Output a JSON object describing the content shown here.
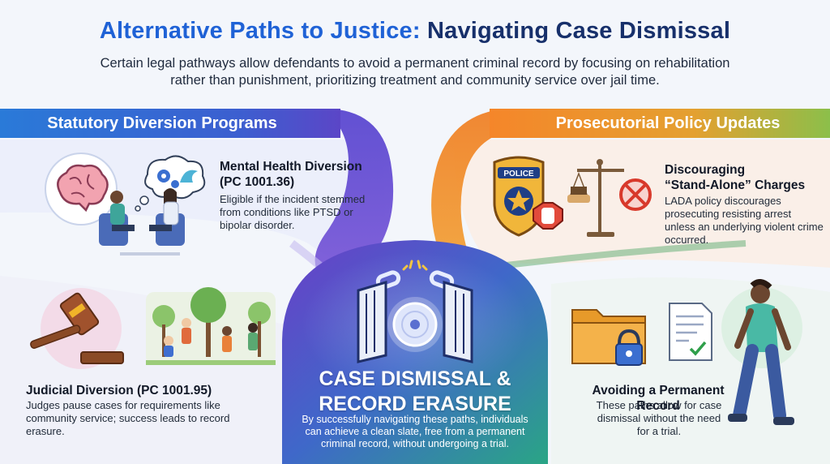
{
  "header": {
    "title_part1": "Alternative Paths to Justice:",
    "title_part2": "Navigating Case Dismissal",
    "subtitle": "Certain legal pathways allow defendants to avoid a permanent criminal record by focusing on rehabilitation rather than punishment, prioritizing treatment and community service over jail time."
  },
  "left_banner": "Statutory Diversion Programs",
  "right_banner": "Prosecutorial Policy Updates",
  "mental_health": {
    "title_line1": "Mental Health Diversion",
    "title_line2": "(PC 1001.36)",
    "body": "Eligible if the incident stemmed from conditions like PTSD or bipolar disorder."
  },
  "judicial": {
    "title": "Judicial Diversion (PC 1001.95)",
    "body": "Judges pause cases for requirements like community service; success leads to record erasure."
  },
  "policy": {
    "title_line1": "Discouraging",
    "title_line2": "“Stand-Alone” Charges",
    "body": "LADA policy discourages prosecuting resisting arrest unless an underlying violent crime occurred.",
    "badge_text": "POLICE"
  },
  "record": {
    "title": "Avoiding a Permanent Record",
    "body": "These paths allow for case dismissal without the need for a trial."
  },
  "center": {
    "title_line1": "CASE DISMISSAL &",
    "title_line2": "RECORD ERASURE",
    "body": "By successfully navigating these paths, individuals can achieve a clean slate, free from a permanent criminal record, without undergoing a trial."
  },
  "colors": {
    "title_blue": "#1f62d6",
    "title_navy": "#17306b",
    "left_banner": "#2d6fd3",
    "right_banner": "#f08a2a",
    "center_purple": "#5a3cc4",
    "center_green": "#2f9f8a"
  },
  "icons": [
    "brain-icon",
    "gears-icon",
    "wave-icon",
    "gavel-icon",
    "tree-icon",
    "police-badge-icon",
    "stop-hand-icon",
    "scales-icon",
    "no-sign-icon",
    "folder-icon",
    "lock-icon",
    "document-check-icon",
    "broken-chain-icon",
    "gate-icon",
    "disc-icon"
  ]
}
